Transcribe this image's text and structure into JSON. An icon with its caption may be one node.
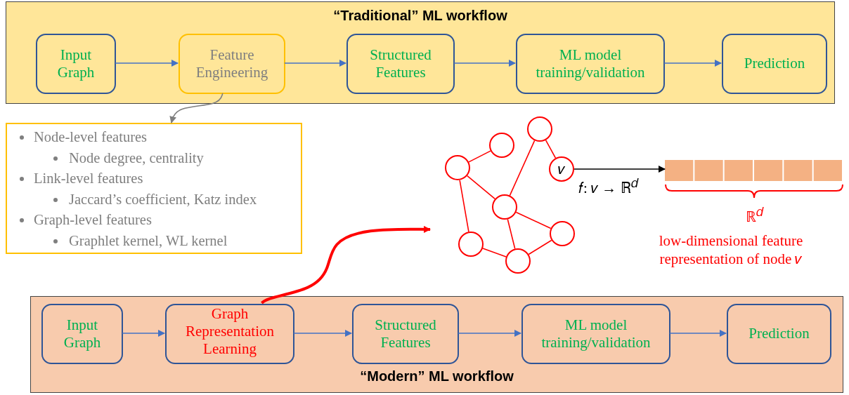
{
  "diagram": {
    "nodes": [
      {
        "text": [
          "“Traditional” ML workflow"
        ]
      },
      {
        "text": [
          "Input Graph"
        ],
        "in": 0
      },
      {
        "text": [
          "Feature Engineering"
        ],
        "in": 0
      },
      {
        "text": [
          "Structured Features"
        ],
        "in": 0
      },
      {
        "text": [
          "ML model training/validation"
        ],
        "in": 0
      },
      {
        "text": [
          "Prediction"
        ],
        "in": 0
      },
      {
        "text": [
          "Node-level features",
          "Node degree, centrality",
          "Link-level features",
          "Jaccard’s coefficient, Katz index",
          "Graph-level features",
          "Graphlet kernel, WL kernel"
        ]
      },
      {
        "text": [
          "“Modern” ML workflow"
        ]
      },
      {
        "text": [
          "Input Graph"
        ],
        "in": 7
      },
      {
        "text": [
          "Graph Representation Learning"
        ],
        "in": 7
      },
      {
        "text": [
          "Structured Features"
        ],
        "in": 7
      },
      {
        "text": [
          "ML model training/validation"
        ],
        "in": 7
      },
      {
        "text": [
          "Prediction"
        ],
        "in": 7
      },
      {
        "text": [],
        "shape": "circle"
      },
      {
        "text": [],
        "shape": "circle"
      },
      {
        "text": [],
        "shape": "circle"
      },
      {
        "text": [
          "𝑣"
        ]
      },
      {
        "text": [],
        "shape": "circle"
      },
      {
        "text": [],
        "shape": "circle"
      },
      {
        "text": [],
        "shape": "circle"
      },
      {
        "text": [],
        "shape": "circle"
      },
      {
        "text": [],
        "shape": "bar"
      }
    ],
    "edges": [
      {
        "from": 1,
        "to": 2,
        "arrow": "to",
        "color": "#4472c4"
      },
      {
        "from": 2,
        "to": 3,
        "arrow": "to",
        "color": "#4472c4"
      },
      {
        "from": 3,
        "to": 4,
        "arrow": "to",
        "color": "#4472c4"
      },
      {
        "from": 4,
        "to": 5,
        "arrow": "to",
        "color": "#4472c4"
      },
      {
        "from": 2,
        "to": 6,
        "arrow": "to",
        "color": "#7f7f7f"
      },
      {
        "from": 8,
        "to": 9,
        "arrow": "to",
        "color": "#4472c4"
      },
      {
        "from": 9,
        "to": 10,
        "arrow": "to",
        "color": "#4472c4"
      },
      {
        "from": 10,
        "to": 11,
        "arrow": "to",
        "color": "#4472c4"
      },
      {
        "from": 11,
        "to": 12,
        "arrow": "to",
        "color": "#4472c4"
      },
      {
        "from": 9,
        "to": null,
        "arrow": "to",
        "color": "#ff0000",
        "style": "thick"
      },
      {
        "from": 16,
        "to": 21,
        "arrow": "to",
        "color": "#000000",
        "label": "𝑓: 𝑣 → ℝ$^{𝑑}$"
      },
      {
        "from": 13,
        "to": 14,
        "arrow": "none",
        "color": "#ff0000"
      },
      {
        "from": 13,
        "to": 17,
        "arrow": "none",
        "color": "#ff0000"
      },
      {
        "from": 13,
        "to": 19,
        "arrow": "none",
        "color": "#ff0000"
      },
      {
        "from": 15,
        "to": 17,
        "arrow": "none",
        "color": "#ff0000"
      },
      {
        "from": 15,
        "to": 16,
        "arrow": "none",
        "color": "#ff0000"
      },
      {
        "from": 17,
        "to": 18,
        "arrow": "none",
        "color": "#ff0000"
      },
      {
        "from": 17,
        "to": 20,
        "arrow": "none",
        "color": "#ff0000"
      },
      {
        "from": 19,
        "to": 20,
        "arrow": "none",
        "color": "#ff0000"
      },
      {
        "from": 20,
        "to": 18,
        "arrow": "none",
        "color": "#ff0000"
      }
    ],
    "labels": [
      "ℝ$^{𝑑}$",
      "low-dimensional feature representation of node 𝑣"
    ]
  }
}
